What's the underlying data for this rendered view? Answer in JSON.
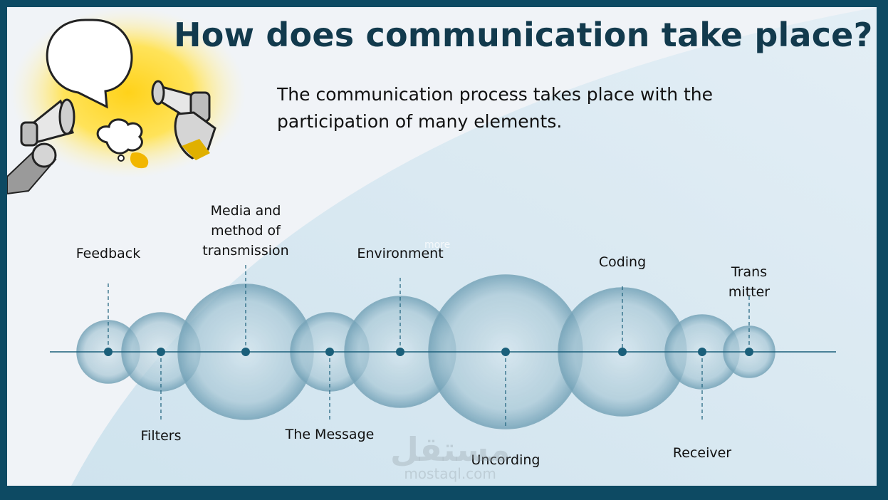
{
  "title": "How does communication take place?",
  "subtitle": "The communication process takes place with the participation of many elements.",
  "colors": {
    "frame": "#0d4a63",
    "accent": "#1a5f7a",
    "bubble": "#6f9fb5",
    "light_wedge": "#d8e9f3"
  },
  "illustration": {
    "icons": [
      "speech-bubble-icon",
      "megaphone-icon",
      "cloud-bubble-icon",
      "megaphone-icon"
    ]
  },
  "elements": [
    {
      "label": "Feedback",
      "position": "above"
    },
    {
      "label": "Filters",
      "position": "below"
    },
    {
      "label": "Media and\nmethod of\ntransmission",
      "position": "above"
    },
    {
      "label": "The Message",
      "position": "below"
    },
    {
      "label": "Environment",
      "position": "above"
    },
    {
      "label": "Uncording",
      "position": "below"
    },
    {
      "label": "Coding",
      "position": "above"
    },
    {
      "label": "Receiver",
      "position": "below"
    },
    {
      "label": "Trans\nmitter",
      "position": "above"
    }
  ],
  "hint_text": "more",
  "watermark": {
    "arabic": "مستقل",
    "url": "mostaql.com"
  }
}
